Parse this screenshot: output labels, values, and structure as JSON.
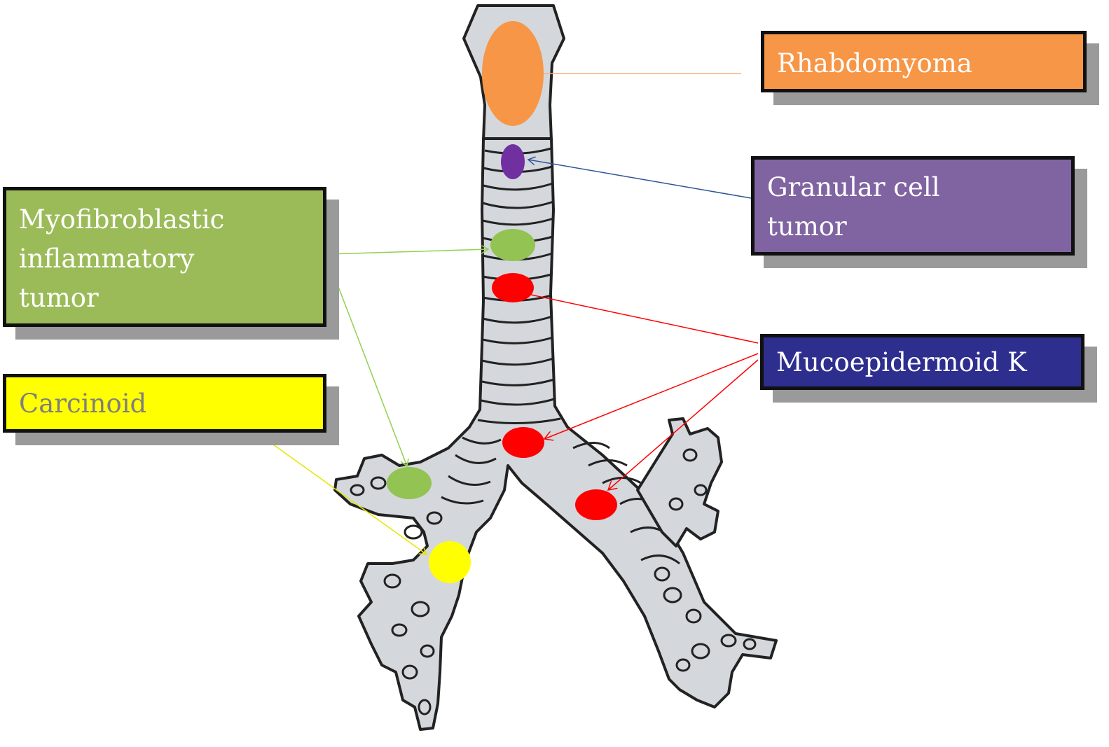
{
  "labels": {
    "rhabdomyoma": {
      "text": "Rhabdomyoma",
      "bg": "#F79646",
      "fg": "#FFFFFF"
    },
    "granular_cell_tumor": {
      "text": "Granular cell tumor",
      "bg": "#8064A2",
      "fg": "#FFFFFF"
    },
    "myofibroblastic": {
      "text": "Myofibroblastic inflammatory tumor",
      "bg": "#9BBB59",
      "fg": "#FFFFFF"
    },
    "mucoepidermoid": {
      "text": "Mucoepidermoid K",
      "bg": "#2E2E8F",
      "fg": "#FFFFFF"
    },
    "carcinoid": {
      "text": "Carcinoid",
      "bg": "#FFFF00",
      "fg": "#7F7F7F"
    }
  },
  "marker_colors": {
    "rhabdomyoma": "#F79646",
    "granular_cell_tumor": "#7030A0",
    "myofibroblastic": "#92C353",
    "mucoepidermoid": "#FF0000",
    "carcinoid": "#FFFF00"
  },
  "connector_colors": {
    "rhabdomyoma": "#F4B183",
    "granular_cell_tumor": "#2F5597",
    "myofibroblastic": "#92D050",
    "mucoepidermoid": "#FF0000",
    "carcinoid": "#E6E600"
  },
  "airway_fill": "#D4D8DC"
}
